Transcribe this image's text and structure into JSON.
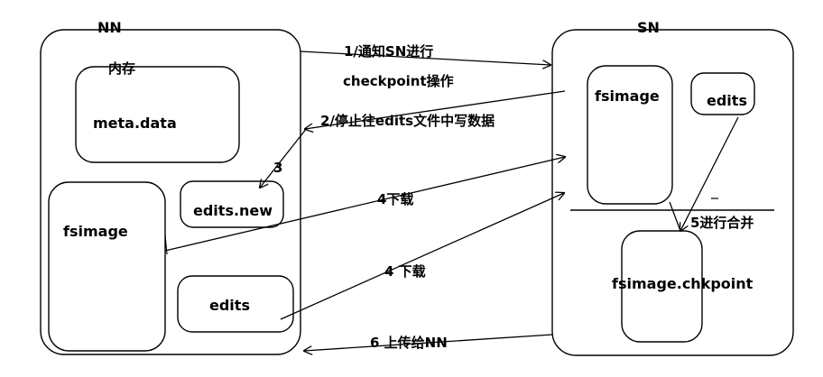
{
  "nodes": {
    "nn": {
      "label": "NN"
    },
    "sn": {
      "label": "SN"
    },
    "memory": {
      "label": "内存"
    },
    "meta_data": {
      "label": "meta.data"
    },
    "edits_new": {
      "label": "edits.new"
    },
    "nn_fsimage": {
      "label": "fsimage"
    },
    "nn_edits": {
      "label": "edits"
    },
    "sn_fsimage": {
      "label": "fsimage"
    },
    "sn_edits": {
      "label": "edits"
    },
    "fsimage_chkpoint": {
      "label": "fsimage.chkpoint"
    }
  },
  "steps": {
    "step1_line1": "1/通知SN进行",
    "step1_line2": "checkpoint操作",
    "step2": "2/停止往edits文件中写数据",
    "step3": "3",
    "step4a": "4下载",
    "step4b": "4 下载",
    "step5": "5进行合并",
    "step6": "6 上传给NN"
  }
}
